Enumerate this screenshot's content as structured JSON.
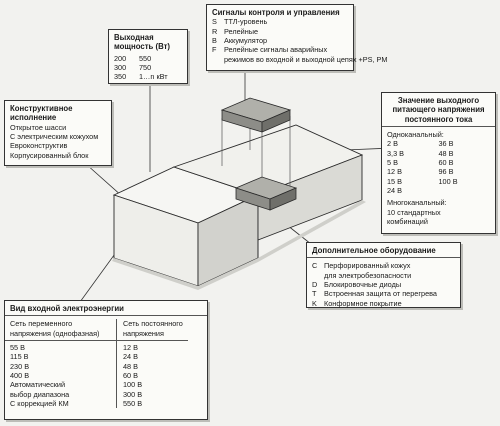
{
  "power_box": {
    "title": [
      "Выходная",
      "мощность (Вт)"
    ],
    "rows": [
      [
        "200",
        "550"
      ],
      [
        "300",
        "750"
      ],
      [
        "350",
        "1…n кВт"
      ]
    ]
  },
  "control_box": {
    "title": "Сигналы контроля и управления",
    "items": [
      {
        "code": "S",
        "text": "ТТЛ-уровень"
      },
      {
        "code": "R",
        "text": "Релейные"
      },
      {
        "code": "B",
        "text": "Аккумулятор"
      },
      {
        "code": "F",
        "text": "Релейные сигналы аварийных"
      }
    ],
    "continuation": "режимов во входной и выходной цепях +PS, PM"
  },
  "design_box": {
    "title": [
      "Конструктивное",
      "исполнение"
    ],
    "items": [
      "Открытое шасси",
      "С электрическим кожухом",
      "Евроконструктив",
      "Корпусированный блок"
    ]
  },
  "voltage_box": {
    "title": [
      "Значение выходного",
      "питающего напряжения",
      "постоянного тока"
    ],
    "single_label": "Одноканальный:",
    "single_left": [
      "2 В",
      "3,3 В",
      "5 В",
      "12 В",
      "15 В",
      "24 В"
    ],
    "single_right": [
      "36 В",
      "48 В",
      "60 В",
      "96 В",
      "100 В"
    ],
    "multi_label": "Многоканальный:",
    "multi_text": [
      "10 стандартных",
      "комбинаций"
    ]
  },
  "extra_box": {
    "title": "Дополнительное оборудование",
    "items": [
      {
        "code": "C",
        "lines": [
          "Перфорированный кожух",
          "для электробезопасности"
        ]
      },
      {
        "code": "D",
        "lines": [
          "Блокировочные диоды"
        ]
      },
      {
        "code": "T",
        "lines": [
          "Встроенная защита от перегрева"
        ]
      },
      {
        "code": "K",
        "lines": [
          "Конформное покрытие"
        ]
      }
    ]
  },
  "input_box": {
    "title": "Вид входной электроэнергии",
    "ac_header": [
      "Сеть переменного",
      "напряжения (однофазная)"
    ],
    "ac_values": [
      "55 В",
      "115 В",
      "230 В",
      "400 В",
      "Автоматический",
      "выбор диапазона",
      "С коррекцией КМ"
    ],
    "dc_header": [
      "Сеть постоянного",
      "напряжения"
    ],
    "dc_values": [
      "12 В",
      "24 В",
      "48 В",
      "60 В",
      "100 В",
      "300 В",
      "550 В"
    ]
  },
  "colors": {
    "box_front": "#eeeeea",
    "box_top": "#f6f6f3",
    "box_side": "#d2d2cd",
    "module": "#9a9a95",
    "module_dark": "#6f6f6a",
    "stroke": "#2a2a2a"
  }
}
